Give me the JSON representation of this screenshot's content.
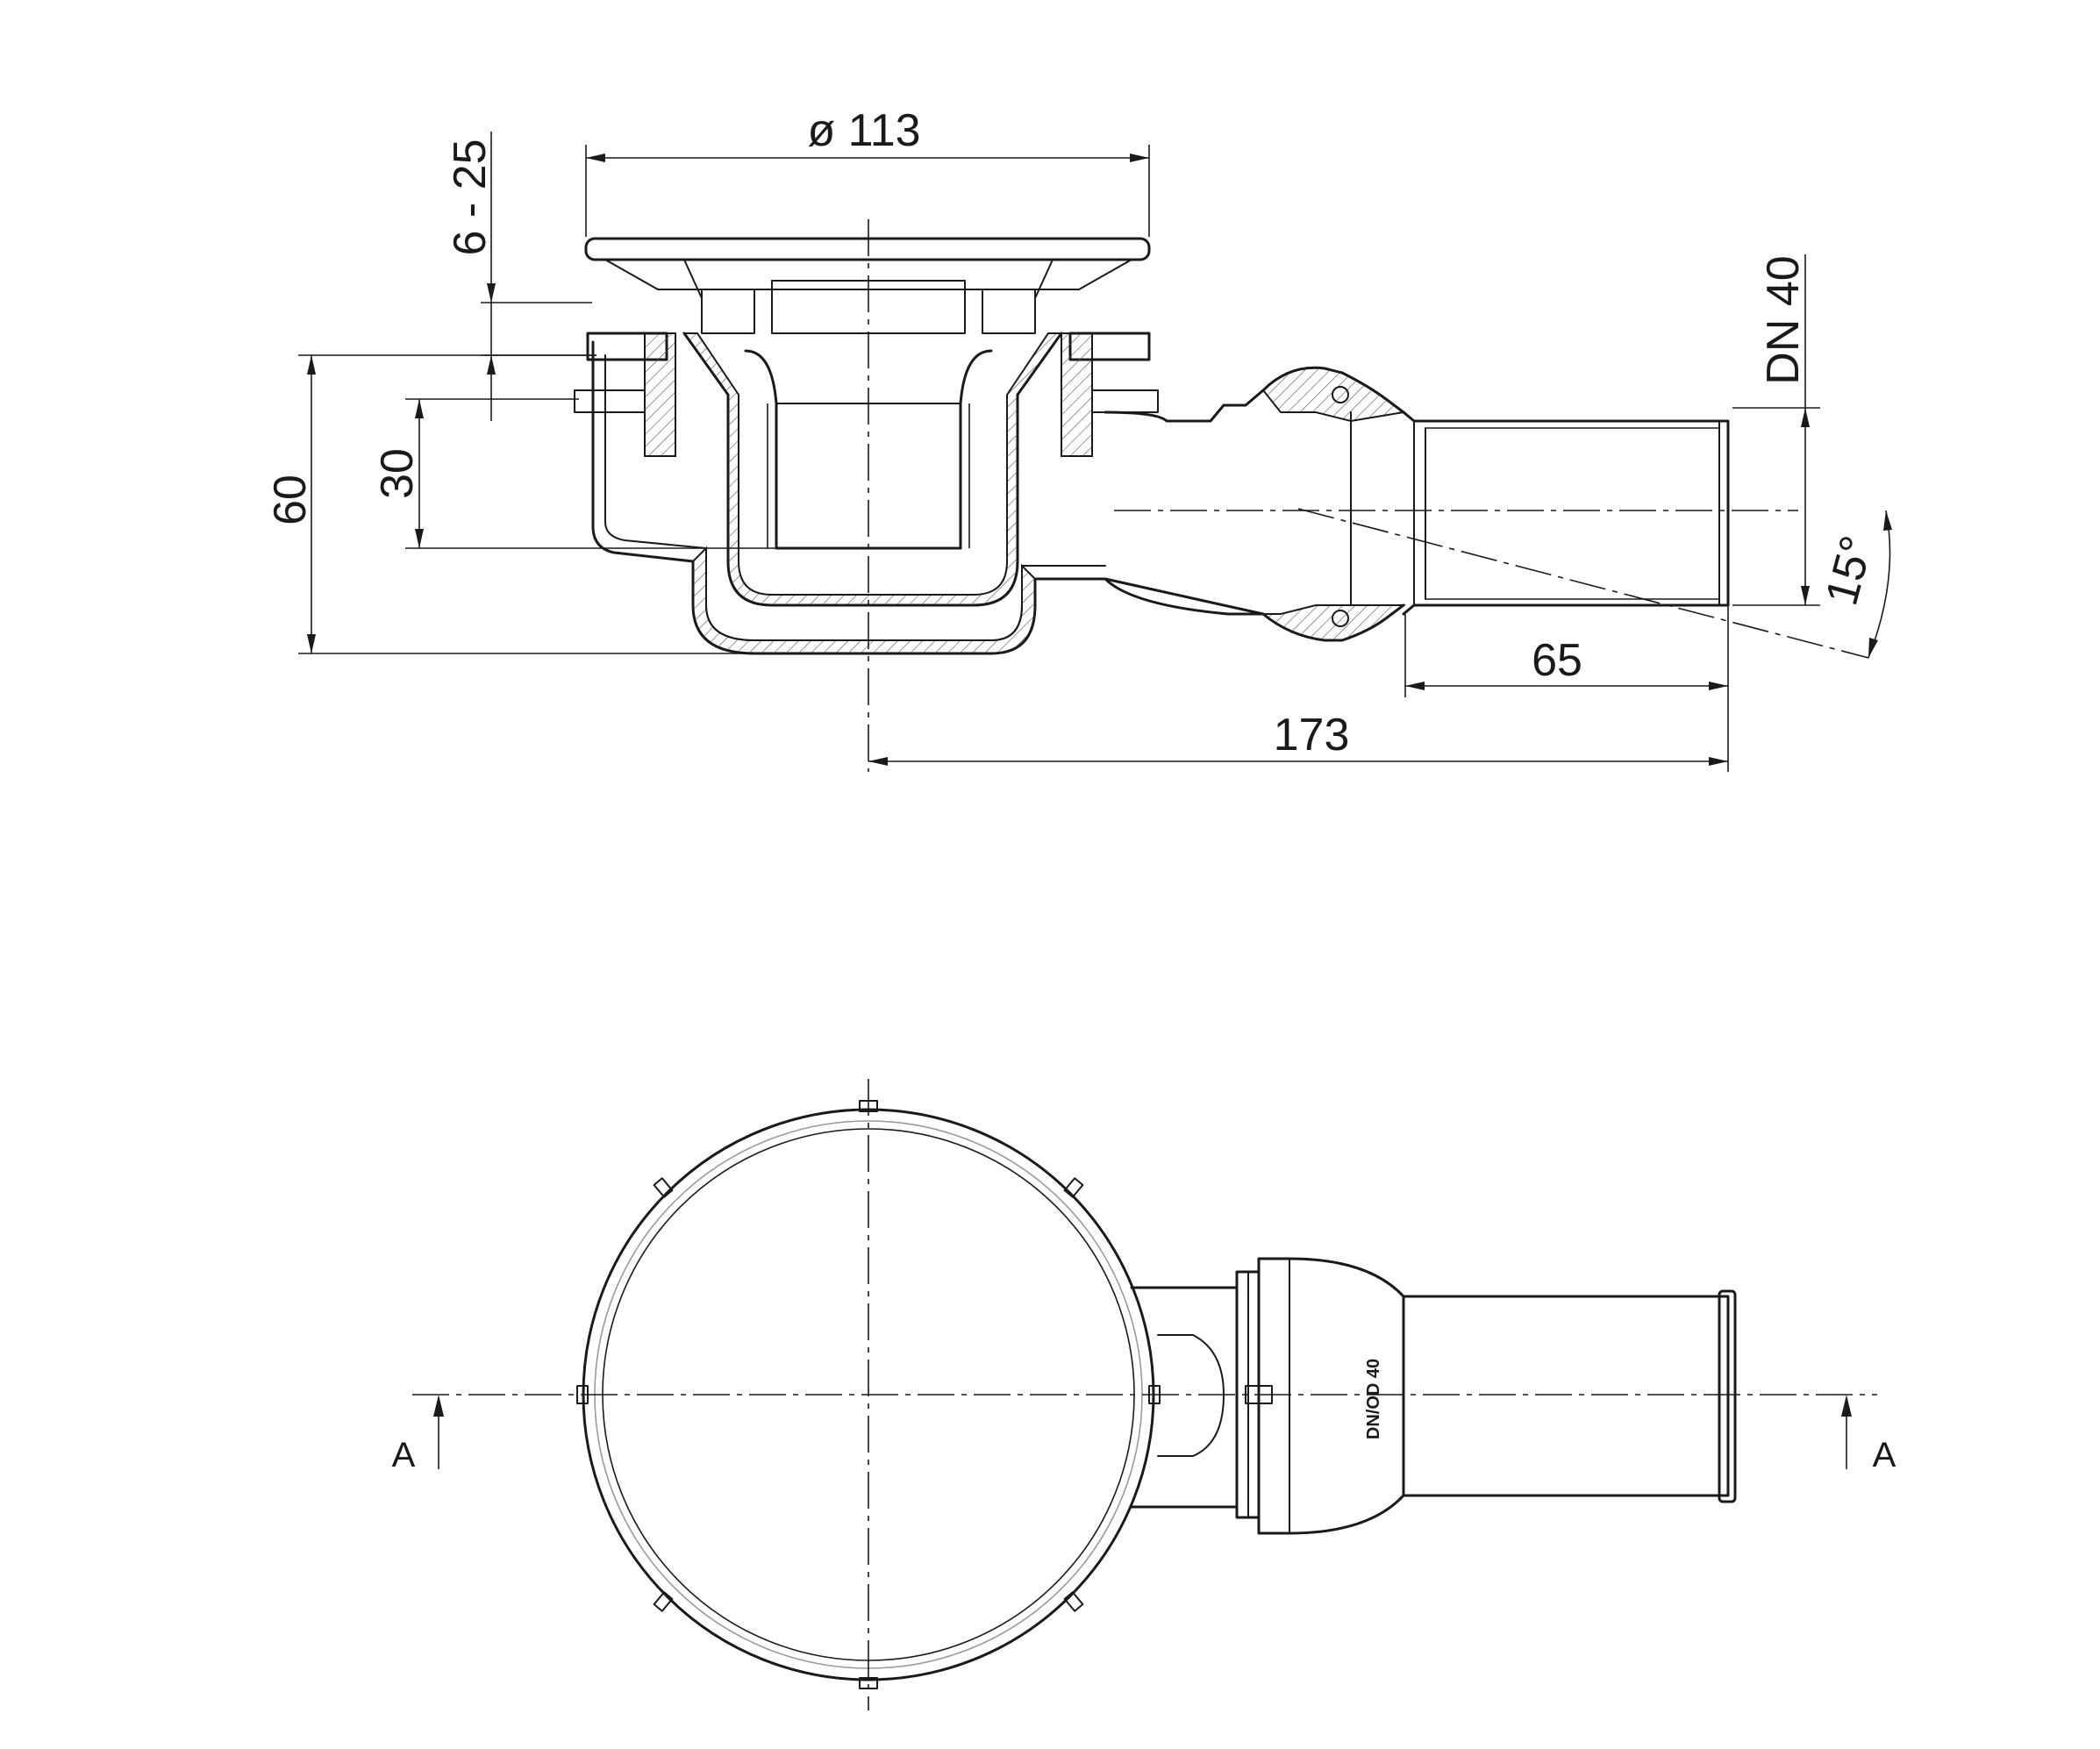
{
  "dimensions": {
    "diameter": "ø 113",
    "height_adjust": "6 - 25",
    "height_total": "60",
    "height_water_seal": "30",
    "pipe_nominal": "DN 40",
    "slope_angle": "15°",
    "pipe_length": "65",
    "total_length": "173"
  },
  "section_marks": {
    "left": "A",
    "right": "A"
  },
  "pipe_marking": "DN/OD 40"
}
